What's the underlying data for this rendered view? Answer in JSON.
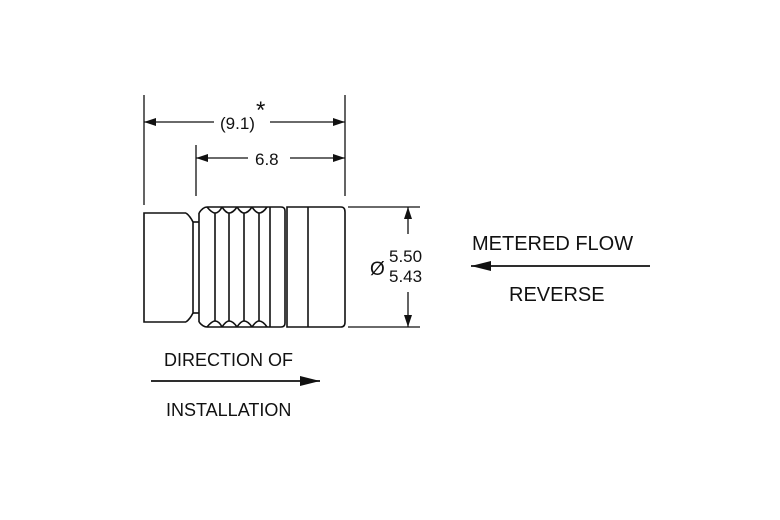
{
  "dimensions": {
    "overall_length": "(9.1)",
    "overall_length_note": "*",
    "body_length": "6.8",
    "diameter_symbol": "Ø",
    "diameter_max": "5.50",
    "diameter_min": "5.43"
  },
  "labels": {
    "metered_flow": "METERED FLOW",
    "reverse": "REVERSE",
    "direction_of": "DIRECTION OF",
    "installation": "INSTALLATION"
  },
  "colors": {
    "line": "#111111"
  }
}
